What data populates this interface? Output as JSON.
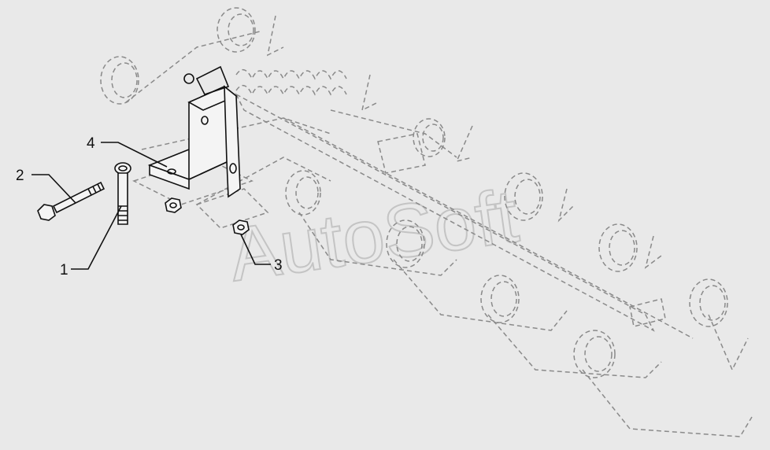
{
  "watermark": "AutoSoft",
  "callouts": [
    {
      "id": "callout-1",
      "number": "1"
    },
    {
      "id": "callout-2",
      "number": "2"
    },
    {
      "id": "callout-3",
      "number": "3"
    },
    {
      "id": "callout-4",
      "number": "4"
    }
  ],
  "colors": {
    "background": "#e9e9e9",
    "ink": "#111111",
    "ghost": "#8a8a8a",
    "watermark": "#c4c4c4"
  }
}
